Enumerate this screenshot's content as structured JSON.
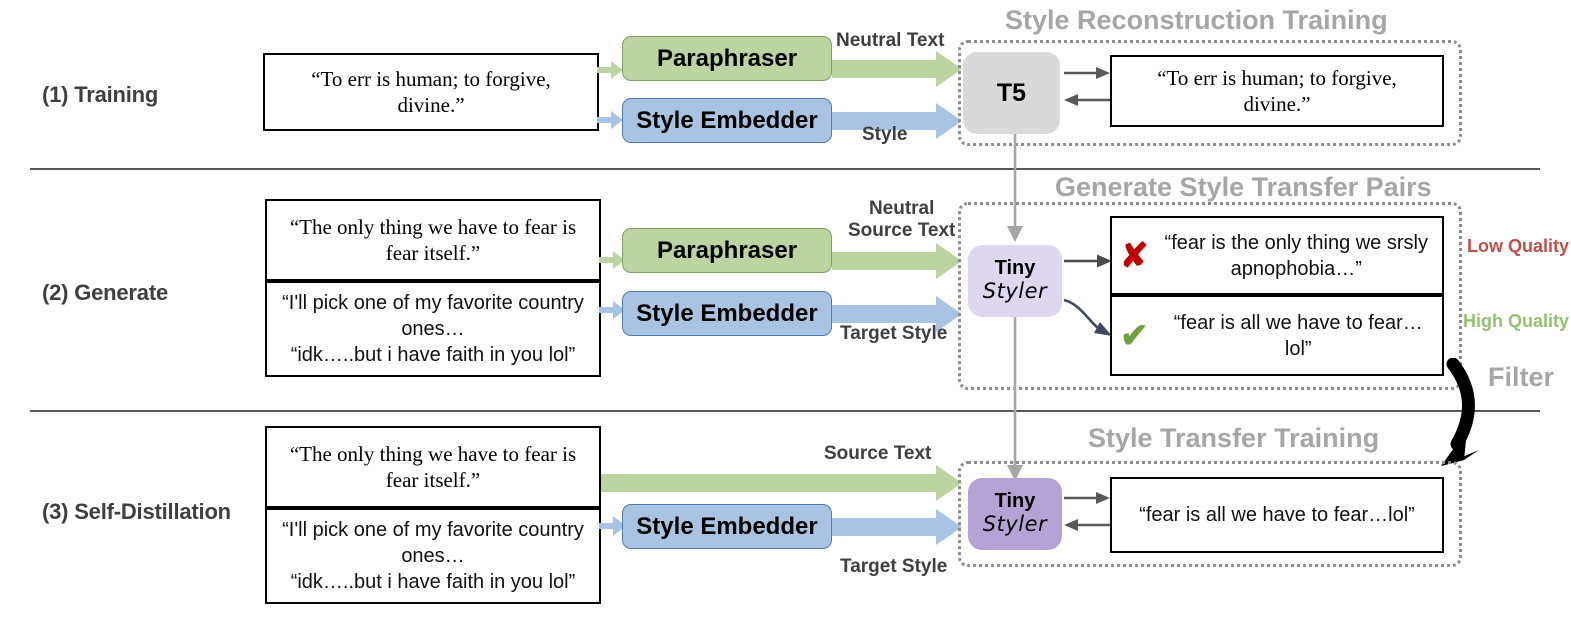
{
  "figure": {
    "title": "TinyStyler training pipeline",
    "colors": {
      "paraphraser_fill": "#bdd3a2",
      "style_embedder_fill": "#a9c4e3",
      "t5_fill": "#d9d9d9",
      "tinystyler_generate_fill": "#ded7ef",
      "tinystyler_distill_fill": "#b4a4d6",
      "section_header": "#a6a6a6",
      "low_quality": "#c0504d",
      "high_quality": "#94c273",
      "divider": "#595959"
    }
  },
  "stages": [
    {
      "id": "training",
      "label": "(1) Training",
      "section_header": "Style Reconstruction Training",
      "input_boxes": [
        {
          "text": "“To err is human; to forgive, divine.”",
          "font": "serif"
        }
      ],
      "modules": [
        {
          "name": "Paraphraser",
          "fill": "green"
        },
        {
          "name": "Style Embedder",
          "fill": "blue"
        }
      ],
      "flow_labels": [
        {
          "text": "Neutral Text",
          "stream": "neutral"
        },
        {
          "text": "Style",
          "stream": "style"
        }
      ],
      "model": {
        "name": "T5",
        "sublabel": ""
      },
      "output_boxes": [
        {
          "text": "“To err is human; to forgive, divine.”",
          "font": "serif"
        }
      ]
    },
    {
      "id": "generate",
      "label": "(2) Generate",
      "section_header": "Generate Style Transfer Pairs",
      "input_boxes": [
        {
          "text": "“The only thing we have to fear is fear itself.”",
          "font": "serif"
        },
        {
          "text": "“I'll pick one of my favorite country ones…\n“idk…..but i have faith in you lol”",
          "font": "sans"
        }
      ],
      "modules": [
        {
          "name": "Paraphraser",
          "fill": "green"
        },
        {
          "name": "Style Embedder",
          "fill": "blue"
        }
      ],
      "flow_labels": [
        {
          "text": "Neutral\nSource Text",
          "stream": "neutral"
        },
        {
          "text": "Target Style",
          "stream": "style"
        }
      ],
      "model": {
        "name": "Tiny",
        "sublabel": "Styler"
      },
      "output_boxes": [
        {
          "mark": "x",
          "text": "“fear is the only thing we srsly apnophobia…”",
          "quality": "Low Quality"
        },
        {
          "mark": "check",
          "text": "“fear is all we have to fear…lol”",
          "quality": "High Quality"
        }
      ],
      "filter_label": "Filter"
    },
    {
      "id": "self-distillation",
      "label": "(3) Self-Distillation",
      "section_header": "Style Transfer Training",
      "input_boxes": [
        {
          "text": "“The only thing we have to fear is fear itself.”",
          "font": "serif"
        },
        {
          "text": "“I'll pick one of my favorite country ones…\n“idk…..but i have faith in you lol”",
          "font": "sans"
        }
      ],
      "modules": [
        {
          "name": "Style Embedder",
          "fill": "blue"
        }
      ],
      "flow_labels": [
        {
          "text": "Source Text",
          "stream": "neutral"
        },
        {
          "text": "Target Style",
          "stream": "style"
        }
      ],
      "model": {
        "name": "Tiny",
        "sublabel": "Styler"
      },
      "output_boxes": [
        {
          "text": "“fear is all we have to fear…lol”",
          "font": "sans"
        }
      ]
    }
  ],
  "marks": {
    "x": "✘",
    "check": "✔"
  }
}
